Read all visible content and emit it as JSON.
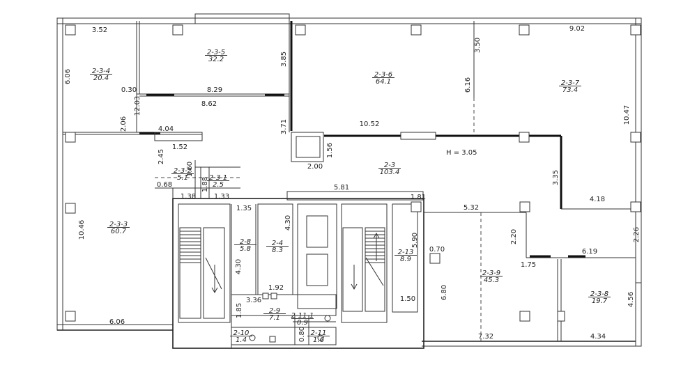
{
  "rooms": [
    {
      "id": "2-3-4",
      "area": "20.4"
    },
    {
      "id": "2-3-5",
      "area": "32.2"
    },
    {
      "id": "2-3-6",
      "area": "64.1"
    },
    {
      "id": "2-3-7",
      "area": "73.4"
    },
    {
      "id": "2-3",
      "area": "103.4"
    },
    {
      "id": "2-3-2",
      "area": "5.1"
    },
    {
      "id": "2-3-1",
      "area": "2.5"
    },
    {
      "id": "2-3-3",
      "area": "60.7"
    },
    {
      "id": "2-8",
      "area": "5.8"
    },
    {
      "id": "2-4",
      "area": "8.3"
    },
    {
      "id": "2-13",
      "area": "8.9"
    },
    {
      "id": "2-3-9",
      "area": "45.3"
    },
    {
      "id": "2-3-8",
      "area": "19.7"
    },
    {
      "id": "2-9",
      "area": "7.1"
    },
    {
      "id": "2-11-1",
      "area": "0.9"
    },
    {
      "id": "2-10",
      "area": "1.4"
    },
    {
      "id": "2-11",
      "area": "1.6"
    }
  ],
  "dimensions": [
    "3.52",
    "6.06",
    "0.30",
    "8.29",
    "8.62",
    "3.85",
    "12.03",
    "2.06",
    "4.04",
    "1.52",
    "2.45",
    "1.60",
    "0.68",
    "1.88",
    "1.38",
    "1.33",
    "3.50",
    "9.02",
    "6.16",
    "10.52",
    "3.71",
    "1.56",
    "2.00",
    "10.47",
    "3.35",
    "4.18",
    "5.81",
    "1.81",
    "1.35",
    "4.30",
    "5.32",
    "5.90",
    "0.70",
    "2.20",
    "2.26",
    "6.19",
    "1.75",
    "4.30",
    "1.92",
    "3.36",
    "1.85",
    "6.80",
    "1.50",
    "10.46",
    "6.06",
    "0.80",
    "7.32",
    "4.34",
    "4.56"
  ],
  "ceiling_height": "H = 3.05"
}
